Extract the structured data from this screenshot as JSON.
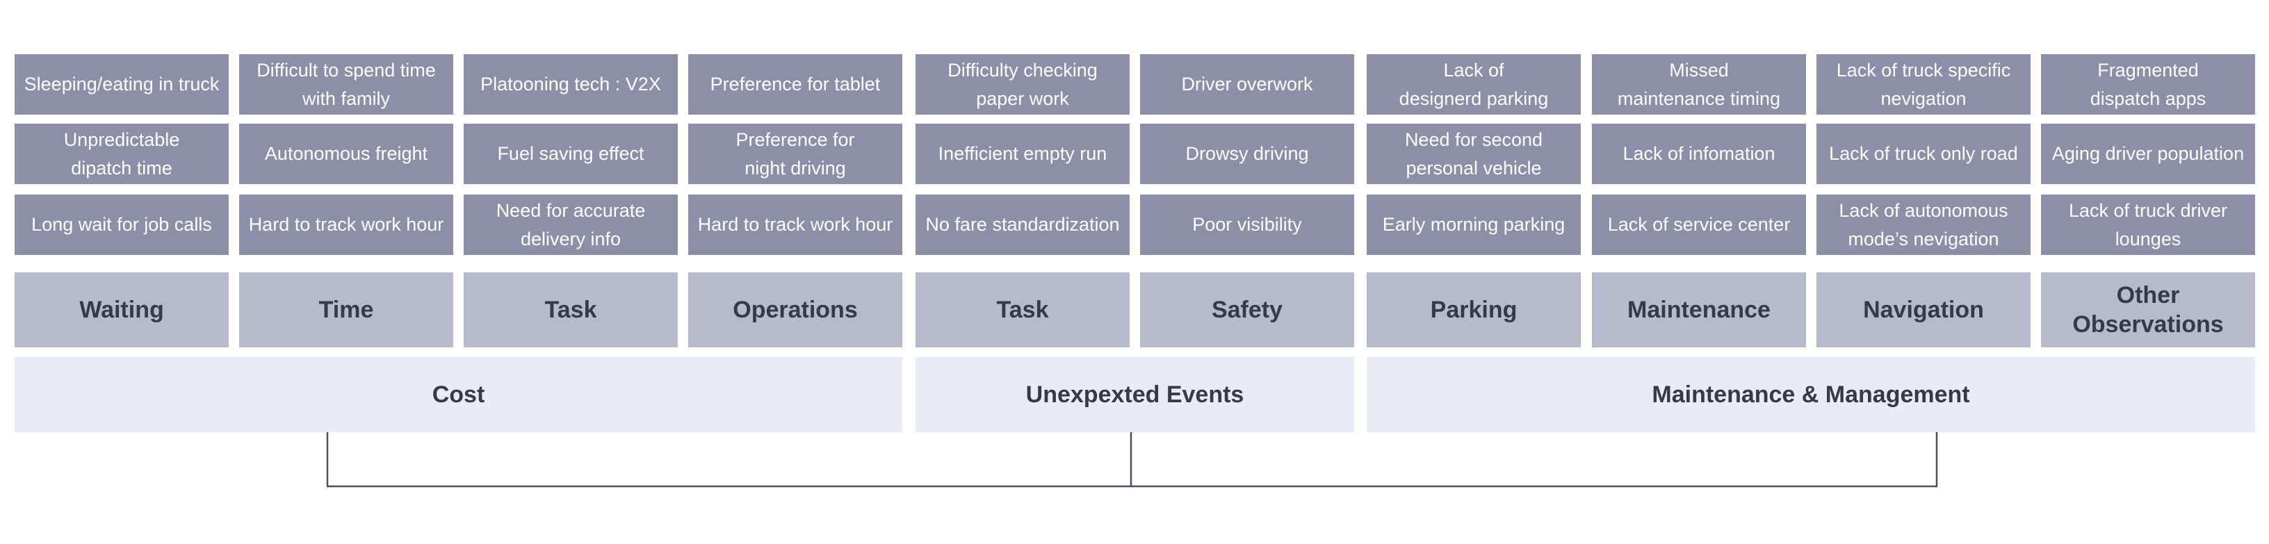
{
  "columns": [
    {
      "category": "Waiting",
      "notes": [
        "Sleeping/eating in truck",
        "Unpredictable\ndipatch time",
        "Long wait for job calls"
      ]
    },
    {
      "category": "Time",
      "notes": [
        "Difficult to spend time\nwith family",
        "Autonomous freight",
        "Hard to track work hour"
      ]
    },
    {
      "category": "Task",
      "notes": [
        "Platooning tech : V2X",
        "Fuel saving effect",
        "Need for accurate\ndelivery info"
      ]
    },
    {
      "category": "Operations",
      "notes": [
        "Preference for tablet",
        "Preference for\nnight driving",
        "Hard to track work hour"
      ]
    },
    {
      "category": "Task",
      "notes": [
        "Difficulty checking\npaper work",
        "Inefficient empty run",
        "No fare standardization"
      ]
    },
    {
      "category": "Safety",
      "notes": [
        "Driver overwork",
        "Drowsy driving",
        "Poor visibility"
      ]
    },
    {
      "category": "Parking",
      "notes": [
        "Lack of\ndesignerd parking",
        "Need for second\npersonal vehicle",
        "Early morning parking"
      ]
    },
    {
      "category": "Maintenance",
      "notes": [
        "Missed\nmaintenance timing",
        "Lack of infomation",
        "Lack of service center"
      ]
    },
    {
      "category": "Navigation",
      "notes": [
        "Lack of truck specific\nnevigation",
        "Lack of truck only road",
        "Lack of autonomous\nmode’s nevigation"
      ]
    },
    {
      "category": "Other\nObservations",
      "notes": [
        "Fragmented\ndispatch apps",
        "Aging driver population",
        "Lack of truck driver\nlounges"
      ]
    }
  ],
  "groups": [
    {
      "label": "Cost"
    },
    {
      "label": "Unexpexted Events"
    },
    {
      "label": "Maintenance & Management"
    }
  ],
  "colors": {
    "note_fill": "#8c8fa8",
    "category_fill": "#b6bbcc",
    "group_fill": "#e8ebf8",
    "connector_line": "#4a4e5e",
    "dark_text": "#363a46"
  }
}
